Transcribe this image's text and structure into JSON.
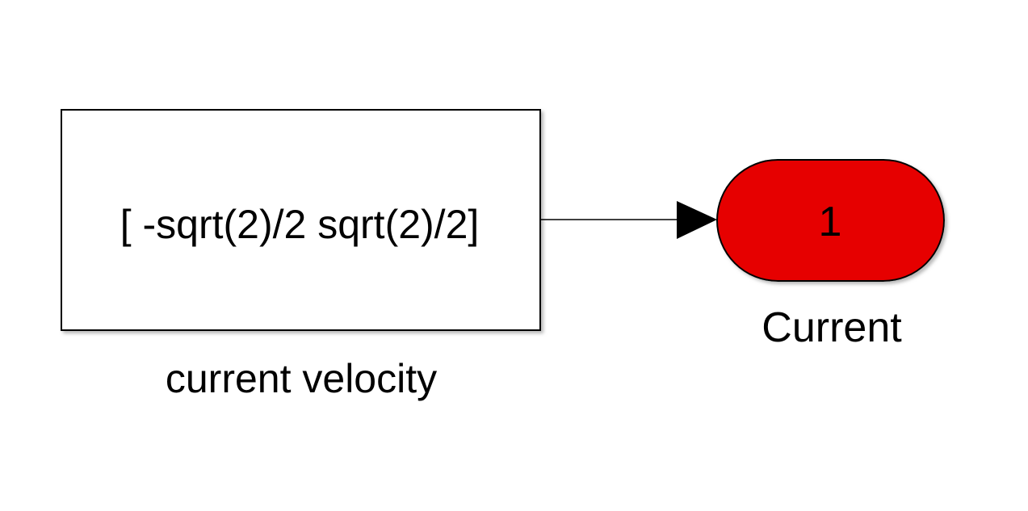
{
  "diagram": {
    "constant_block": {
      "value": "[ -sqrt(2)/2 sqrt(2)/2]",
      "name": "current velocity",
      "fill": "#ffffff",
      "border": "#000000"
    },
    "outport_block": {
      "port_number": "1",
      "name": "Current",
      "fill": "#e60000",
      "border": "#000000"
    },
    "signal_line": {
      "from": "current velocity",
      "to": "Current",
      "color": "#000000"
    }
  }
}
